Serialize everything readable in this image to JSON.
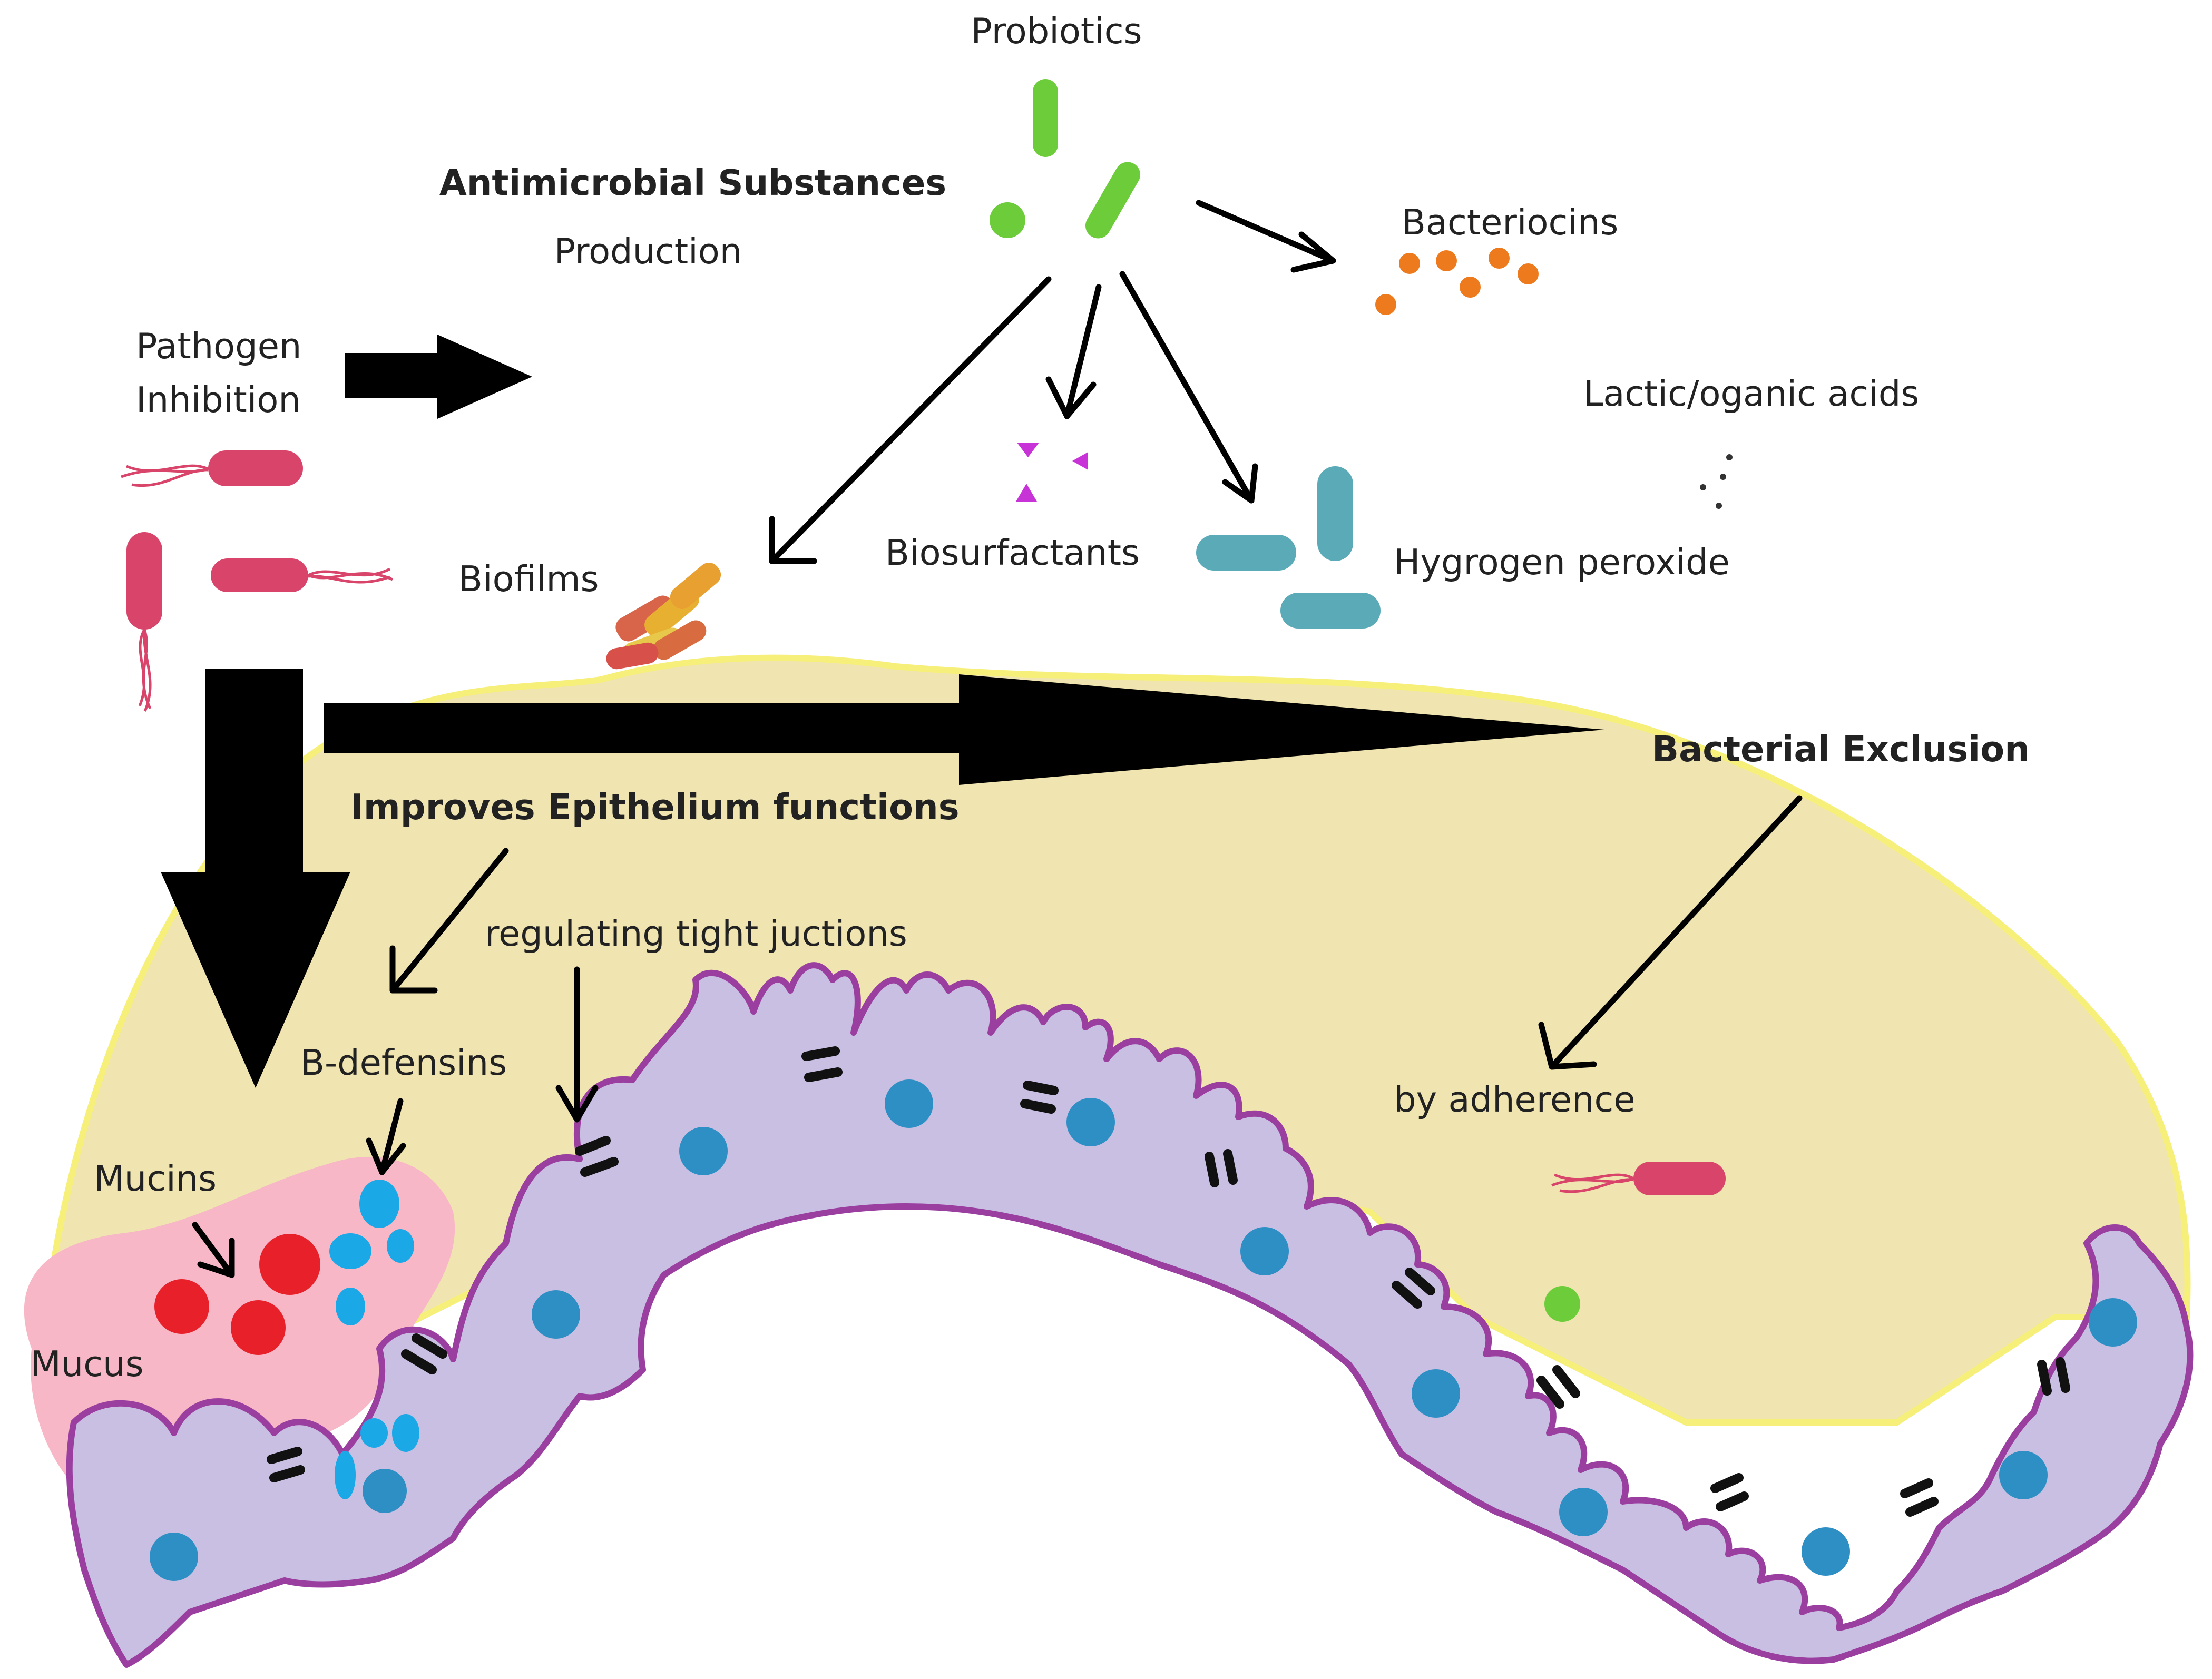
{
  "labels": {
    "probiotics": "Probiotics",
    "antimicrobial_title": "Antimicrobial Substances",
    "production": "Production",
    "bacteriocins": "Bacteriocins",
    "pathogen": "Pathogen",
    "inhibition": "Inhibition",
    "lactic_acids": "Lactic/oganic acids",
    "biosurfactants": "Biosurfactants",
    "hydrogen_peroxide": "Hygrogen peroxide",
    "biofilms": "Biofilms",
    "bacterial_exclusion": "Bacterial Exclusion",
    "improves_epithelium": "Improves Epithelium functions",
    "regulating_tight_junctions": "regulating tight juctions",
    "b_defensins": "B-defensins",
    "by_adherence": "by adherence",
    "mucins": "Mucins",
    "mucus": "Mucus"
  },
  "colors": {
    "lumen": "#f0e4b0",
    "lumen_edge": "#f6f07a",
    "cell_fill": "#c8bfe2",
    "cell_edge": "#9a3fa0",
    "nucleus": "#2e8fc4",
    "mucus": "#f7b7c7",
    "mucin": "#e8202a",
    "defensin": "#1aa8e6",
    "probiotic": "#6ccc3a",
    "bacteriocin": "#ee7a1e",
    "hydrogen_peroxide": "#5aaab8",
    "biosurfactant": "#c733d6",
    "pathogen": "#d8446a"
  }
}
